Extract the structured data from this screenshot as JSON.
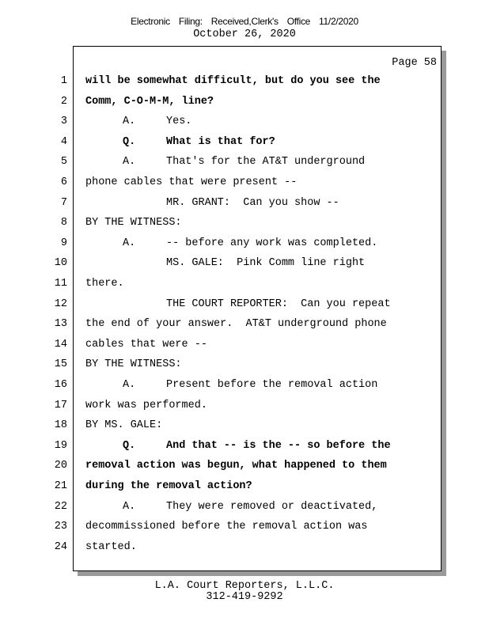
{
  "header": {
    "filing": "Electronic Filing: Received,Clerk's Office 11/2/2020",
    "date": "October 26, 2020"
  },
  "page_label": "Page 58",
  "lines": [
    {
      "n": "1",
      "text": "will be somewhat difficult, but do you see the",
      "bold": true
    },
    {
      "n": "2",
      "text": "Comm, C-O-M-M, line?",
      "bold": true
    },
    {
      "n": "3",
      "label": "A.",
      "text": "Yes.",
      "bold": false
    },
    {
      "n": "4",
      "label": "Q.",
      "text": "What is that for?",
      "bold": true
    },
    {
      "n": "5",
      "label": "A.",
      "text": "That's for the AT&T underground",
      "bold": false
    },
    {
      "n": "6",
      "text": "phone cables that were present --",
      "bold": false
    },
    {
      "n": "7",
      "speaker": "MR. GRANT:  Can you show --",
      "bold": false
    },
    {
      "n": "8",
      "text": "BY THE WITNESS:",
      "bold": false
    },
    {
      "n": "9",
      "label": "A.",
      "text": "-- before any work was completed.",
      "bold": false
    },
    {
      "n": "10",
      "speaker": "MS. GALE:  Pink Comm line right",
      "bold": false
    },
    {
      "n": "11",
      "text": "there.",
      "bold": false
    },
    {
      "n": "12",
      "speaker": "THE COURT REPORTER:  Can you repeat",
      "bold": false
    },
    {
      "n": "13",
      "text": "the end of your answer.  AT&T underground phone",
      "bold": false
    },
    {
      "n": "14",
      "text": "cables that were --",
      "bold": false
    },
    {
      "n": "15",
      "text": "BY THE WITNESS:",
      "bold": false
    },
    {
      "n": "16",
      "label": "A.",
      "text": "Present before the removal action",
      "bold": false
    },
    {
      "n": "17",
      "text": "work was performed.",
      "bold": false
    },
    {
      "n": "18",
      "text": "BY MS. GALE:",
      "bold": false
    },
    {
      "n": "19",
      "label": "Q.",
      "text": "And that -- is the -- so before the",
      "bold": true
    },
    {
      "n": "20",
      "text": "removal action was begun, what happened to them",
      "bold": true
    },
    {
      "n": "21",
      "text": "during the removal action?",
      "bold": true
    },
    {
      "n": "22",
      "label": "A.",
      "text": "They were removed or deactivated,",
      "bold": false
    },
    {
      "n": "23",
      "text": "decommissioned before the removal action was",
      "bold": false
    },
    {
      "n": "24",
      "text": "started.",
      "bold": false
    }
  ],
  "footer": {
    "company": "L.A. Court Reporters, L.L.C.",
    "phone": "312-419-9292"
  }
}
